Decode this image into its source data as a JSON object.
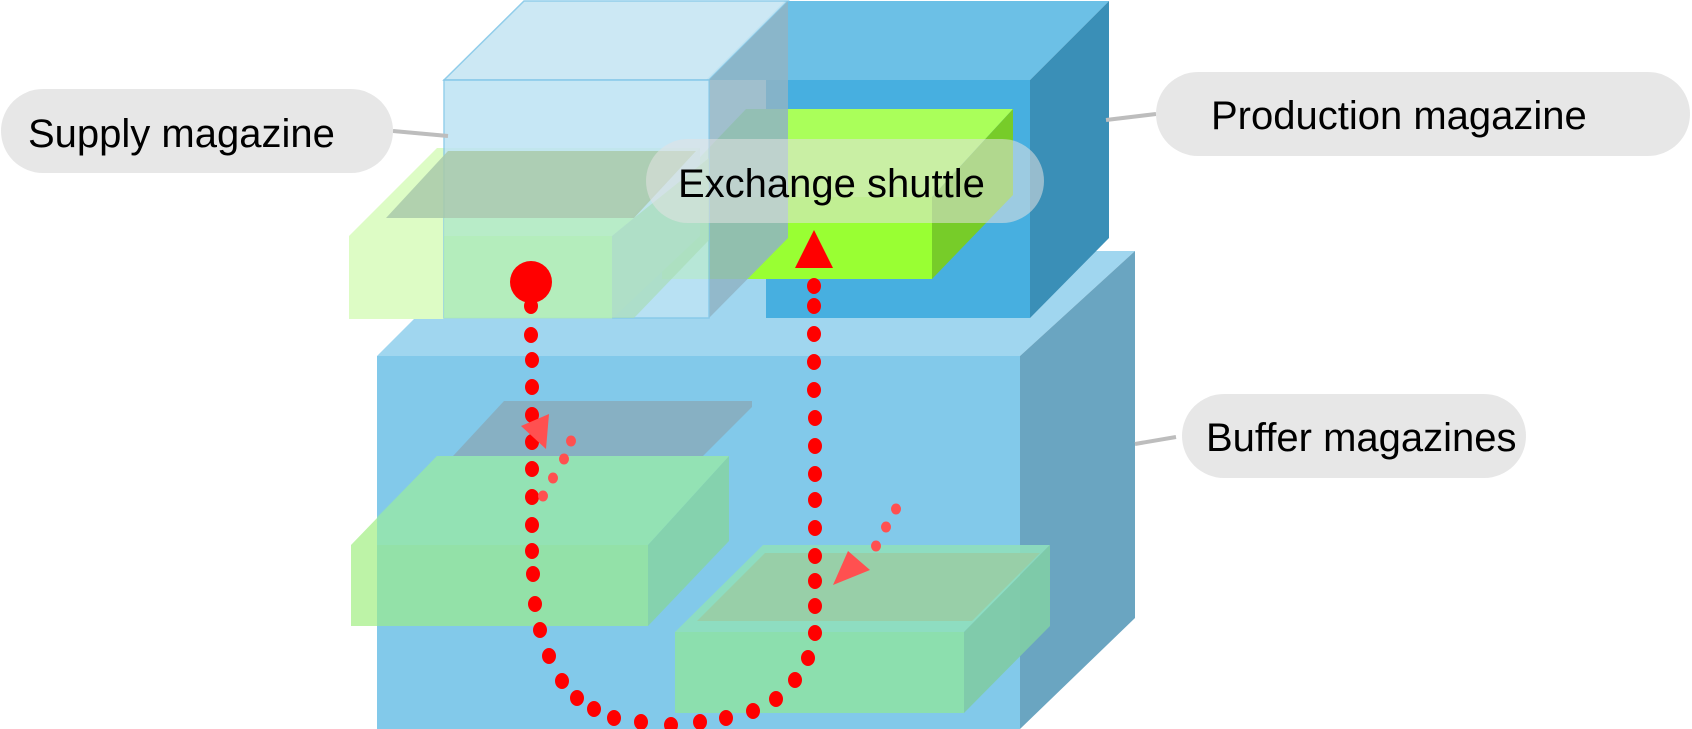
{
  "diagram": {
    "labels": {
      "supply": "Supply magazine",
      "production": "Production magazine",
      "buffer": "Buffer magazines",
      "shuttle": "Exchange shuttle"
    },
    "colors": {
      "label_bg": "#e7e7e7",
      "leader_line": "#bdbdbd",
      "supply_front": "#c2e4f4",
      "supply_top": "#cdeaf5",
      "supply_side": "#9bb8c6",
      "production_front": "#47afe0",
      "production_top": "#6cc0e6",
      "production_side": "#3a8fb7",
      "buffer_front": "#82c9ea",
      "buffer_top": "#a0d6ef",
      "buffer_side": "#6aa5c1",
      "tray_green": "#a8f07a",
      "shuttle_front": "#99ff33",
      "shuttle_top": "#aaff5a",
      "shuttle_side": "#77cc29",
      "path_red": "#ff0000",
      "arrow_red": "#ff5050"
    }
  }
}
